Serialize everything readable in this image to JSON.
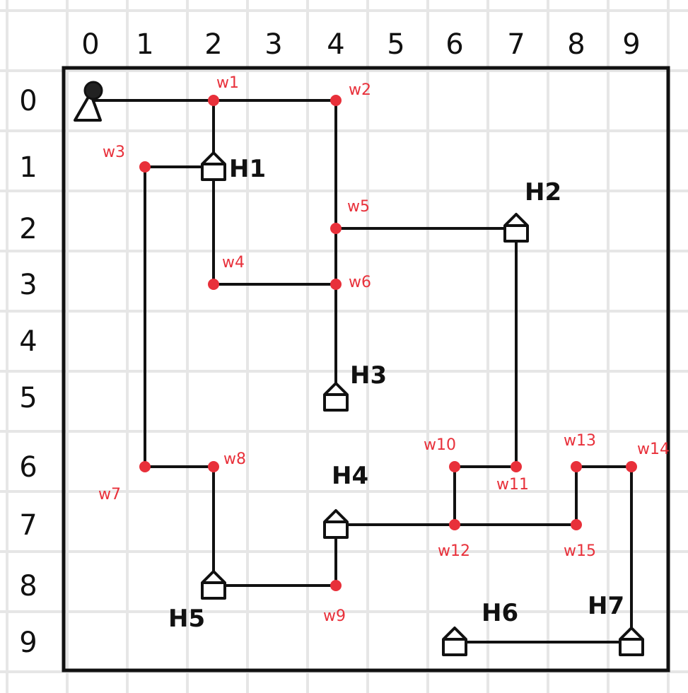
{
  "columns": [
    "0",
    "1",
    "2",
    "3",
    "4",
    "5",
    "6",
    "7",
    "8",
    "9"
  ],
  "rows": [
    "0",
    "1",
    "2",
    "3",
    "4",
    "5",
    "6",
    "7",
    "8",
    "9"
  ],
  "start": {
    "name": "start-person",
    "icon": "person-icon",
    "col": 0,
    "row": 0
  },
  "houses": [
    {
      "id": "h1",
      "label": "H1",
      "col": 2,
      "row": 1
    },
    {
      "id": "h2",
      "label": "H2",
      "col": 7,
      "row": 2
    },
    {
      "id": "h3",
      "label": "H3",
      "col": 4,
      "row": 5
    },
    {
      "id": "h4",
      "label": "H4",
      "col": 4,
      "row": 7
    },
    {
      "id": "h5",
      "label": "H5",
      "col": 2,
      "row": 8
    },
    {
      "id": "h6",
      "label": "H6",
      "col": 6,
      "row": 9
    },
    {
      "id": "h7",
      "label": "H7",
      "col": 9,
      "row": 9
    }
  ],
  "waypoints": [
    {
      "id": "w1",
      "label": "w1",
      "col": 2,
      "row": 0
    },
    {
      "id": "w2",
      "label": "w2",
      "col": 4,
      "row": 0
    },
    {
      "id": "w3",
      "label": "w3",
      "col": 1,
      "row": 1
    },
    {
      "id": "w4",
      "label": "w4",
      "col": 2,
      "row": 3
    },
    {
      "id": "w5",
      "label": "w5",
      "col": 4,
      "row": 2
    },
    {
      "id": "w6",
      "label": "w6",
      "col": 4,
      "row": 3
    },
    {
      "id": "w7",
      "label": "w7",
      "col": 1,
      "row": 6
    },
    {
      "id": "w8",
      "label": "w8",
      "col": 2,
      "row": 6
    },
    {
      "id": "w9",
      "label": "w9",
      "col": 4,
      "row": 8
    },
    {
      "id": "w10",
      "label": "w10",
      "col": 6,
      "row": 6
    },
    {
      "id": "w11",
      "label": "w11",
      "col": 7,
      "row": 6
    },
    {
      "id": "w12",
      "label": "w12",
      "col": 6,
      "row": 7
    },
    {
      "id": "w13",
      "label": "w13",
      "col": 8,
      "row": 6
    },
    {
      "id": "w14",
      "label": "w14",
      "col": 9,
      "row": 6
    },
    {
      "id": "w15",
      "label": "w15",
      "col": 8,
      "row": 7
    }
  ],
  "edges": [
    [
      "start",
      "w1"
    ],
    [
      "w1",
      "w2"
    ],
    [
      "w1",
      "h1"
    ],
    [
      "h1",
      "w3"
    ],
    [
      "h1",
      "w4"
    ],
    [
      "w4",
      "w6"
    ],
    [
      "w2",
      "w5"
    ],
    [
      "w5",
      "w6"
    ],
    [
      "w5",
      "h2"
    ],
    [
      "w6",
      "h3"
    ],
    [
      "h2",
      "w11"
    ],
    [
      "w3",
      "w7"
    ],
    [
      "w7",
      "w8"
    ],
    [
      "w8",
      "h5"
    ],
    [
      "h5",
      "w9"
    ],
    [
      "w9",
      "h4"
    ],
    [
      "h4",
      "w12"
    ],
    [
      "w10",
      "w11"
    ],
    [
      "w10",
      "w12"
    ],
    [
      "w12",
      "w15"
    ],
    [
      "w13",
      "w15"
    ],
    [
      "w13",
      "w14"
    ],
    [
      "w14",
      "h7"
    ],
    [
      "h7",
      "h6"
    ]
  ]
}
